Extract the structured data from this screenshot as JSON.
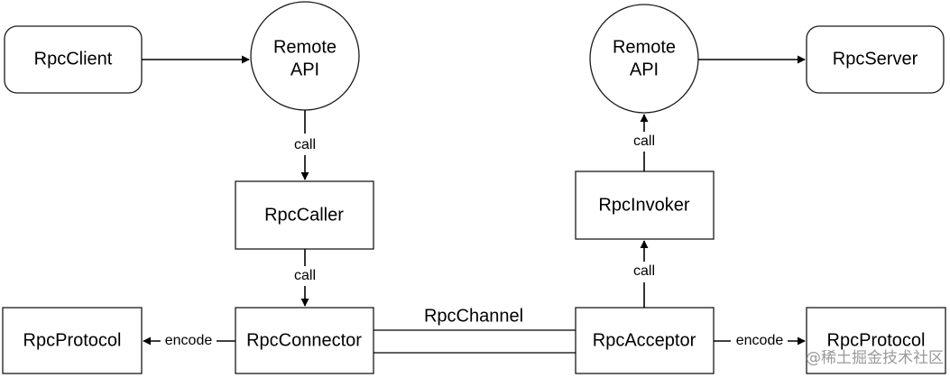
{
  "nodes": {
    "rpc_client": "RpcClient",
    "remote_api_left": [
      "Remote",
      "API"
    ],
    "rpc_caller": "RpcCaller",
    "rpc_connector": "RpcConnector",
    "rpc_protocol_left": "RpcProtocol",
    "remote_api_right": [
      "Remote",
      "API"
    ],
    "rpc_server": "RpcServer",
    "rpc_invoker": "RpcInvoker",
    "rpc_acceptor": "RpcAcceptor",
    "rpc_protocol_right": "RpcProtocol"
  },
  "edges": {
    "call_1": "call",
    "call_2": "call",
    "call_3": "call",
    "call_4": "call",
    "encode_left": "encode",
    "encode_right": "encode",
    "channel": "RpcChannel"
  },
  "watermark": "@稀土掘金技术社区",
  "colors": {
    "stroke": "#1a1a1a",
    "text": "#000000",
    "watermark": "#9a9a9a"
  }
}
